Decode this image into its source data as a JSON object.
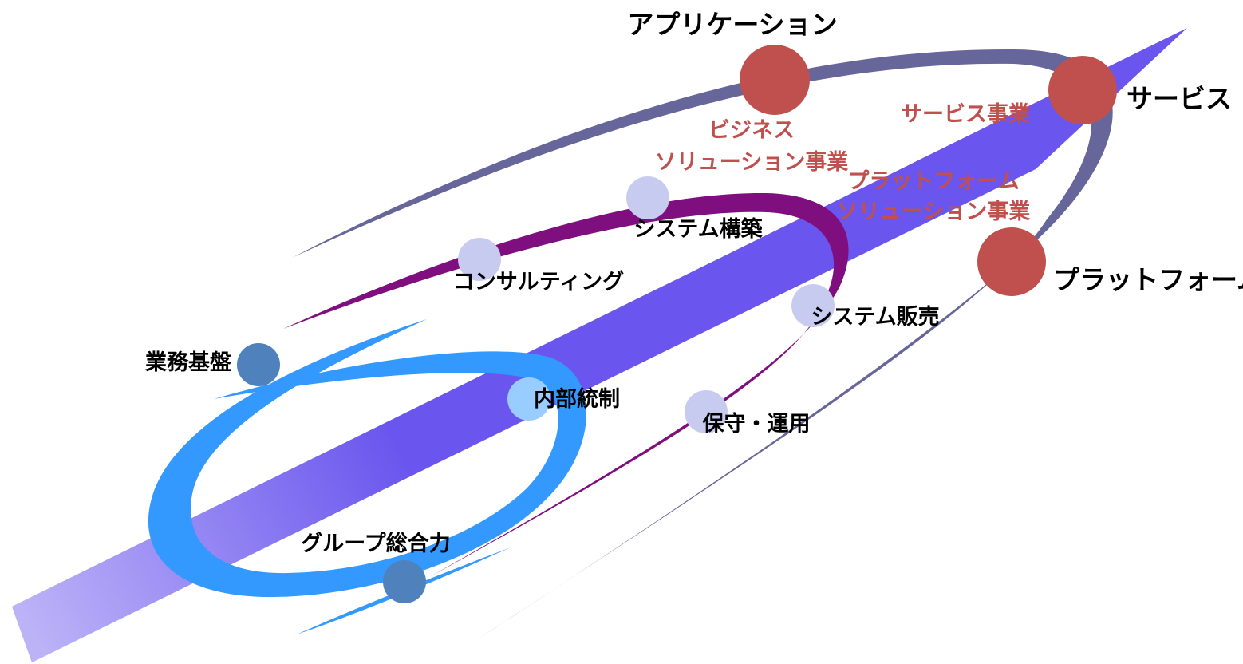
{
  "colors": {
    "arrow_light": "#f4f2ff",
    "arrow_mid": "#b4a8f6",
    "arrow_dark": "#6a56ee",
    "outer_swoosh": "#66669a",
    "middle_swoosh": "#7f0f7f",
    "inner_swoosh": "#3399ff",
    "red_node": "#c0504d",
    "light_node": "#c8cbf0",
    "blue_node": "#4f81bd",
    "pale_blue_node": "#99ccff",
    "red_text": "#c0504d"
  },
  "outer_ring": {
    "nodes": {
      "application": "アプリケーション",
      "service": "サービス",
      "platform": "プラットフォーム"
    },
    "business_areas": {
      "service_business": "サービス事業",
      "business_solution_line1": "ビジネス",
      "business_solution_line2": "ソリューション事業",
      "platform_solution_line1": "プラットフォーム",
      "platform_solution_line2": "ソリューション事業"
    }
  },
  "middle_ring": {
    "nodes": {
      "consulting": "コンサルティング",
      "system_building": "システム構築",
      "system_sales": "システム販売",
      "maintenance": "保守・運用"
    }
  },
  "inner_ring": {
    "nodes": {
      "business_base": "業務基盤",
      "internal_control": "内部統制",
      "group_power": "グループ総合力"
    }
  }
}
